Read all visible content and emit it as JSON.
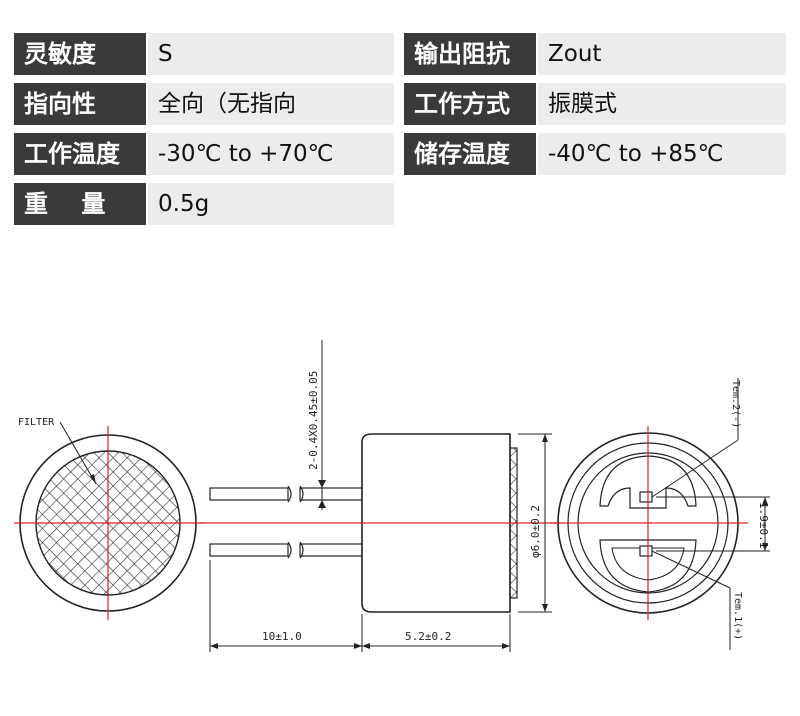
{
  "specs": {
    "rows": [
      {
        "left_label": "灵敏度",
        "left_value": "S",
        "right_label": "输出阻抗",
        "right_value": "Zout"
      },
      {
        "left_label": "指向性",
        "left_value": "全向（无指向",
        "right_label": "工作方式",
        "right_value": "振膜式"
      },
      {
        "left_label": "工作温度",
        "left_value": "-30℃ to +70℃",
        "right_label": "储存温度",
        "right_value": "-40℃ to +85℃"
      },
      {
        "left_label": "重    量",
        "left_value": "0.5g"
      }
    ]
  },
  "drawing": {
    "filter_label": "FILTER",
    "pin_label": "2-0.4X0.45±0.05",
    "lead_length": "10±1.0",
    "body_length": "5.2±0.2",
    "diameter": "φ6.0±0.2",
    "pin_spacing": "1.9±0.1",
    "term2": "Tem.2(-)",
    "term1": "Tem.1(+)"
  },
  "colors": {
    "label_bg": "#3a3a3a",
    "value_bg": "#ececec",
    "centerline": "#e0202a",
    "line": "#222222"
  }
}
